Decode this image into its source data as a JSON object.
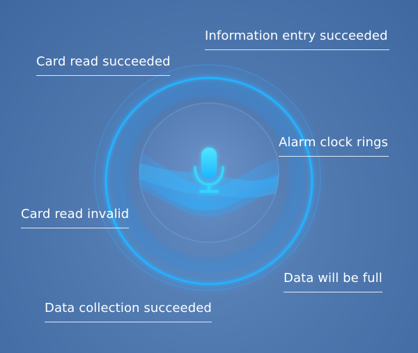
{
  "labels": {
    "information_entry": "Information entry succeeded",
    "card_read_succeeded": "Card read succeeded",
    "alarm_clock_rings": "Alarm clock rings",
    "card_read_invalid": "Card read invalid",
    "data_will_be_full": "Data will be full",
    "data_collection_succeeded": "Data collection succeeded"
  },
  "voice": {
    "icon": "microphone-icon"
  },
  "colors": {
    "background": "#4f78af",
    "ring": "#29a8ff",
    "ring_glow": "#37c8ff",
    "mic": "#2fd2ff",
    "text": "#ffffff"
  }
}
